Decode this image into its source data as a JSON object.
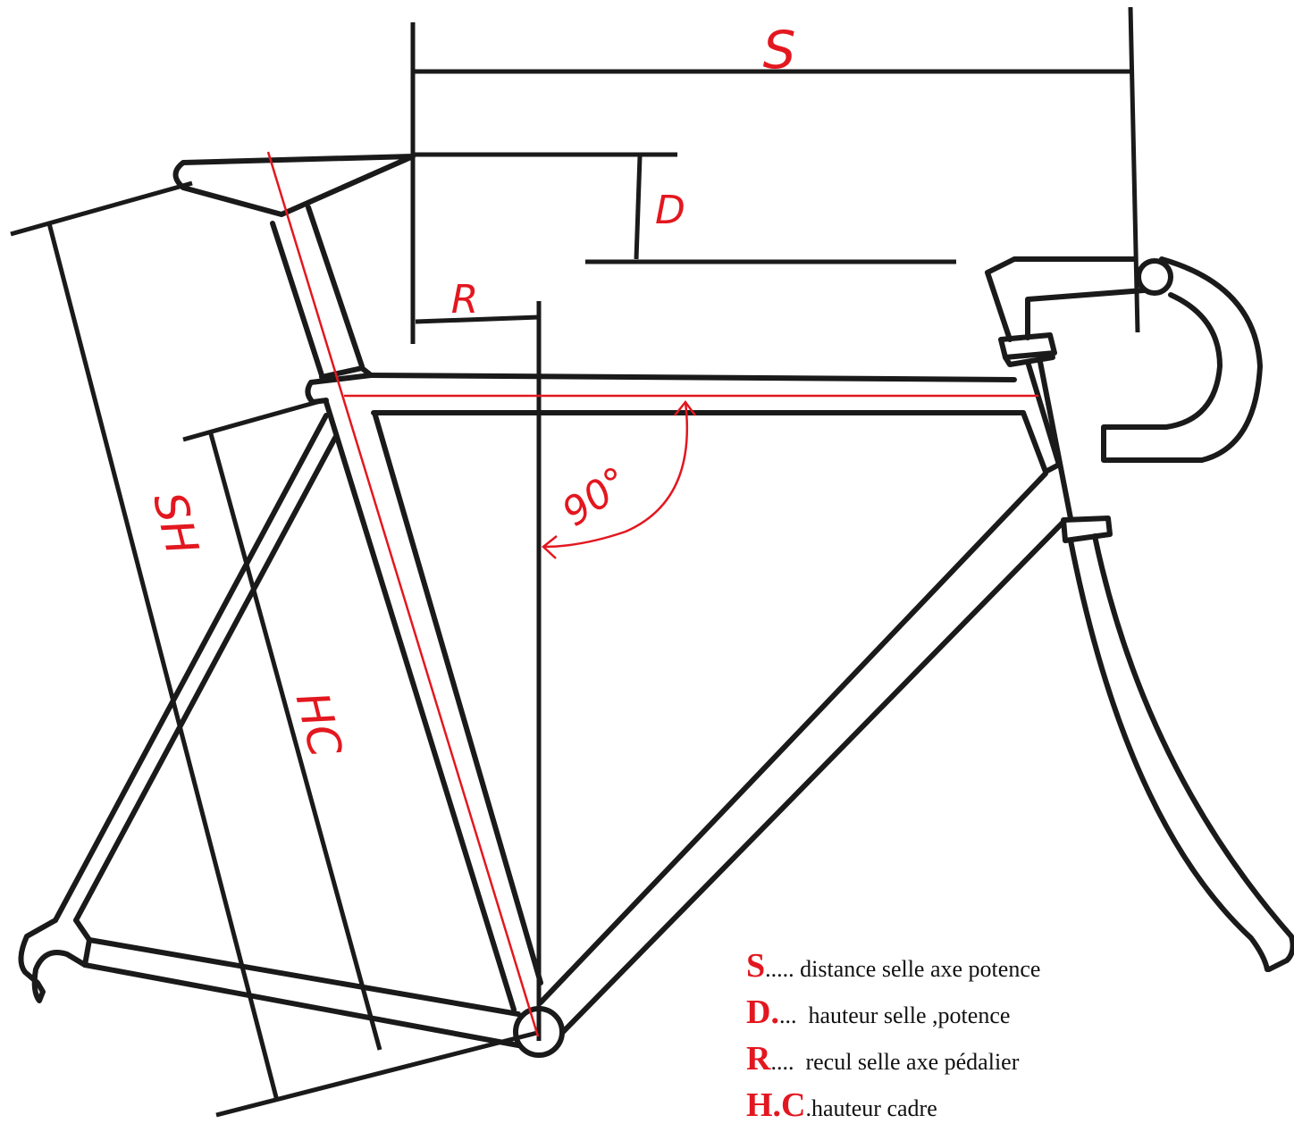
{
  "labels": {
    "s": "S",
    "d": "D",
    "r": "R",
    "sh": "SH",
    "hc": "HC",
    "angle": "90°"
  },
  "legend": [
    {
      "key": "S",
      "sep": ".....",
      "text": " distance selle axe potence"
    },
    {
      "key": "D.",
      "sep": "...",
      "text": "  hauteur selle ,potence"
    },
    {
      "key": "R",
      "sep": "....",
      "text": "  recul selle axe pédalier"
    },
    {
      "key": "H.C",
      "sep": "",
      "text": ".hauteur cadre"
    }
  ],
  "colors": {
    "frame": "#1a1a1a",
    "annotation": "#e3171f",
    "background": "#ffffff"
  }
}
